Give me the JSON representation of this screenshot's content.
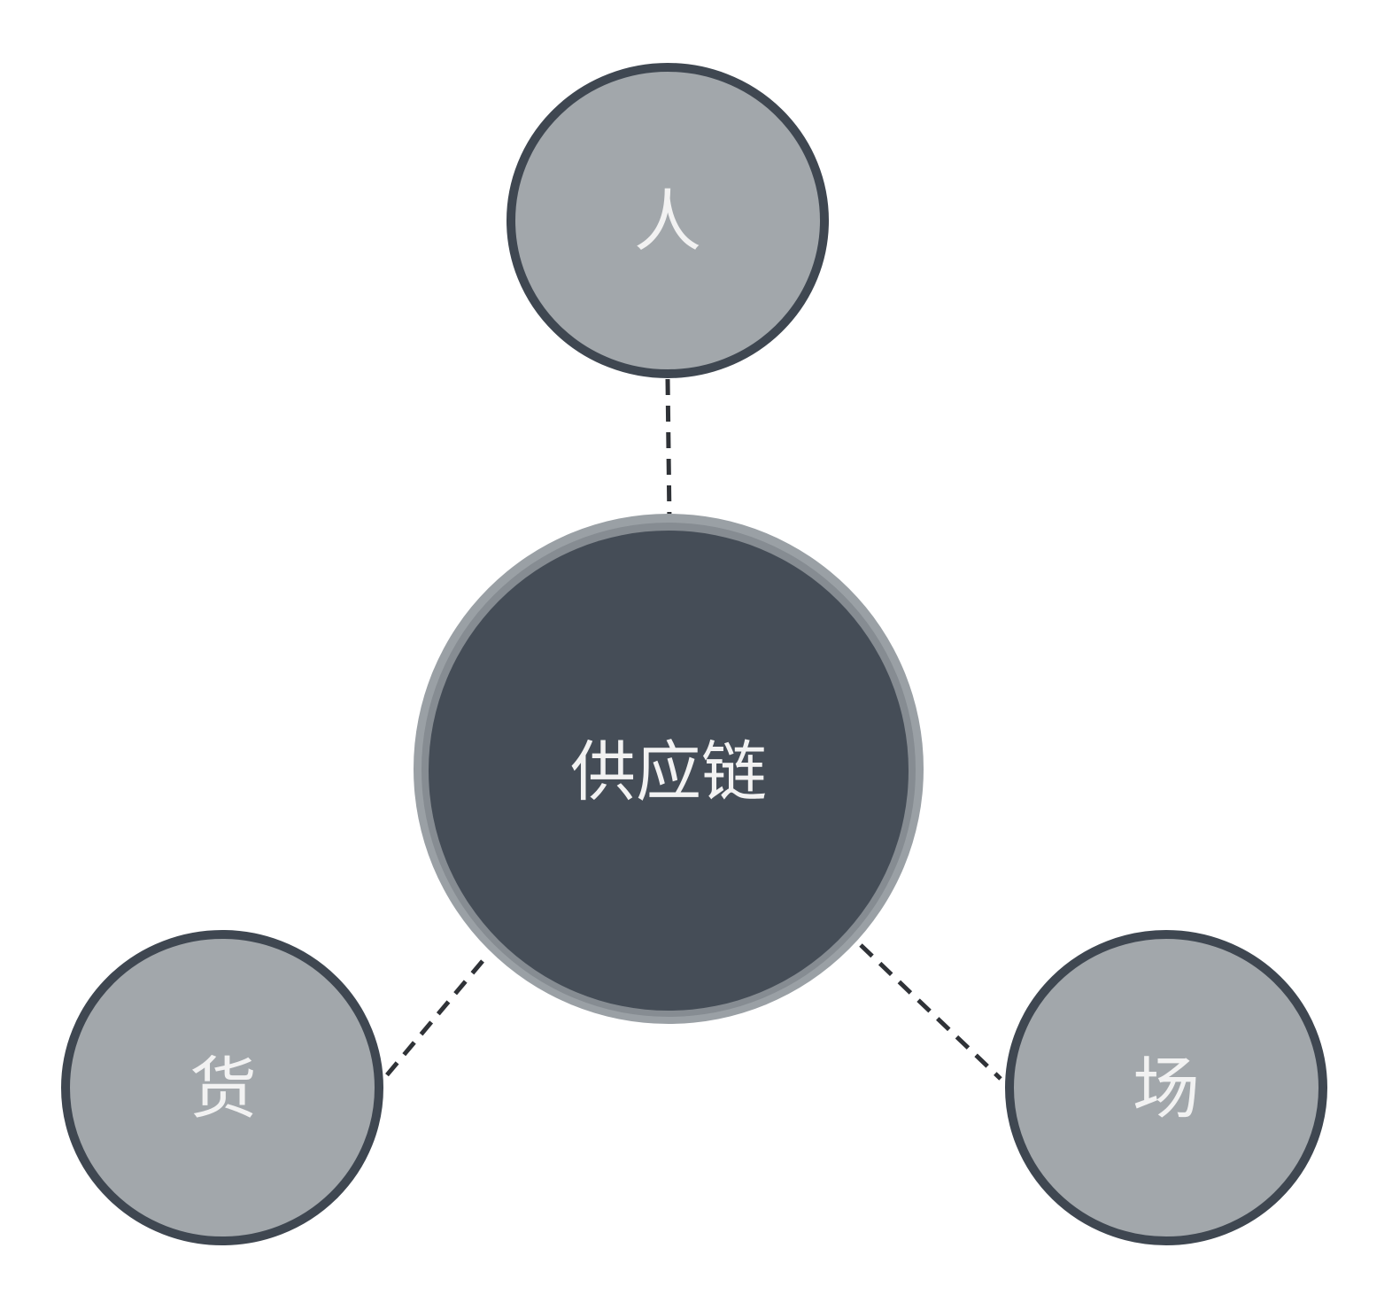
{
  "diagram": {
    "center": {
      "label": "供应链",
      "fill": "#454d57",
      "ring": "#9aa0a5"
    },
    "nodes": [
      {
        "id": "person",
        "label": "人",
        "fill": "#a2a7ab",
        "stroke": "#3f4751"
      },
      {
        "id": "goods",
        "label": "货",
        "fill": "#a2a7ab",
        "stroke": "#3f4751"
      },
      {
        "id": "place",
        "label": "场",
        "fill": "#a2a7ab",
        "stroke": "#3f4751"
      }
    ],
    "connector_color": "#2f3237"
  }
}
